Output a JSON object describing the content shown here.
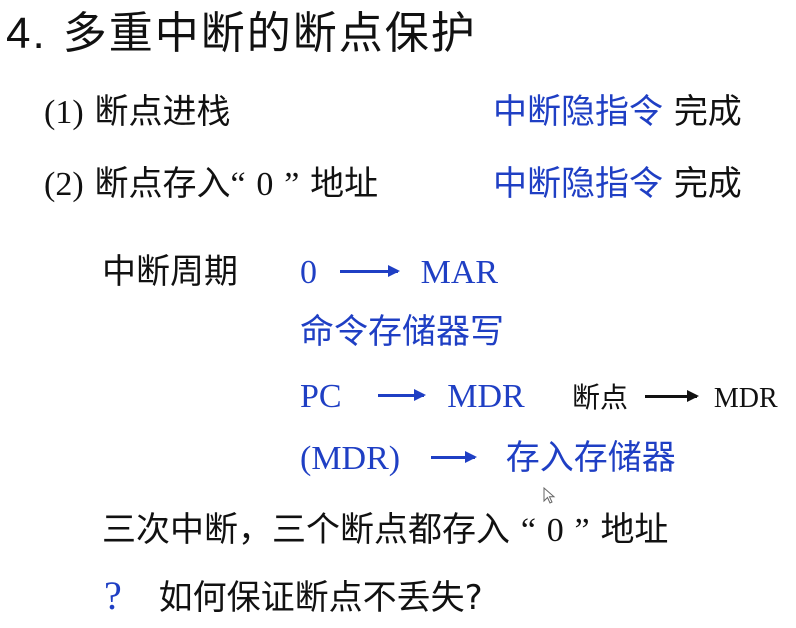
{
  "slide": {
    "title": {
      "number": "4.",
      "text": "多重中断的断点保护"
    },
    "steps": [
      {
        "label": "(1)",
        "text": "断点进栈",
        "method_blue": "中断隐指令",
        "method_suffix": "完成"
      },
      {
        "label": "(2)",
        "text_before": "断点存入",
        "quote_open": "“",
        "address": "0",
        "quote_close": "”",
        "text_after": "地址",
        "method_blue": "中断隐指令",
        "method_suffix": "完成"
      }
    ],
    "interrupt_cycle": {
      "label": "中断周期",
      "ops": [
        {
          "src": "0",
          "dst": "MAR"
        },
        {
          "text": "命令存储器写"
        },
        {
          "src": "PC",
          "dst": "MDR",
          "note_src": "断点",
          "note_dst": "MDR"
        },
        {
          "src": "(MDR)",
          "dst": "存入存储器"
        }
      ]
    },
    "summary": {
      "text_before": "三次中断，三个断点都存入",
      "quote_open": "“",
      "address": "0",
      "quote_close": "”",
      "text_after": "地址"
    },
    "question": {
      "mark": "?",
      "text": "如何保证断点不丢失?"
    },
    "colors": {
      "accent_blue": "#1f3fc4",
      "text": "#111111",
      "background": "#ffffff"
    }
  }
}
